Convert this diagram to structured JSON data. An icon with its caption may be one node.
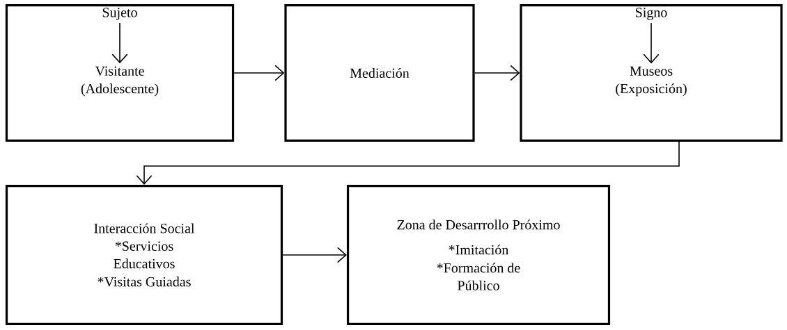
{
  "diagram": {
    "nodes": [
      {
        "text": [],
        "shape": "box"
      },
      {
        "text": [
          "Sujeto"
        ],
        "in": 0
      },
      {
        "text": [
          "Visitante (Adolescente)"
        ],
        "in": 0
      },
      {
        "text": [
          "Mediación"
        ]
      },
      {
        "text": [],
        "shape": "box"
      },
      {
        "text": [
          "Signo"
        ],
        "in": 4
      },
      {
        "text": [
          "Museos (Exposición)"
        ],
        "in": 4
      },
      {
        "text": [
          "Interacción Social",
          "*Servicios Educativos",
          "*Visitas Guiadas"
        ]
      },
      {
        "text": [
          "Zona de Desarrrollo Próximo",
          "*Imitación",
          "*Formación de Público"
        ]
      }
    ],
    "edges": [
      {
        "from": 1,
        "to": 2,
        "arrow": "to"
      },
      {
        "from": 5,
        "to": 6,
        "arrow": "to"
      },
      {
        "from": 0,
        "to": 3,
        "arrow": "to"
      },
      {
        "from": 3,
        "to": 4,
        "arrow": "to"
      },
      {
        "from": 4,
        "to": 7,
        "arrow": "to"
      },
      {
        "from": 7,
        "to": 8,
        "arrow": "to"
      }
    ]
  }
}
